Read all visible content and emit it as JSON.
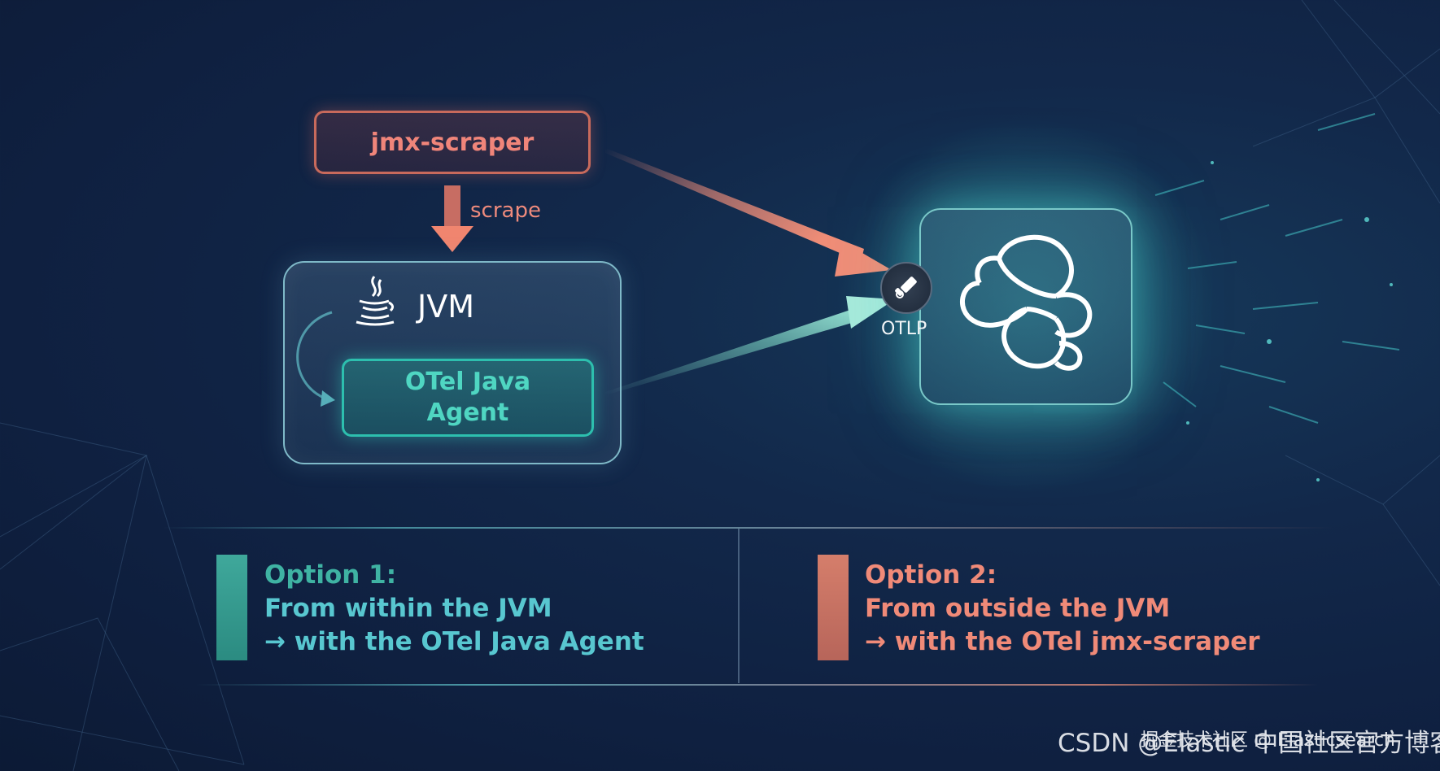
{
  "nodes": {
    "jmx_scraper": "jmx-scraper",
    "scrape": "scrape",
    "jvm": "JVM",
    "otel_agent_line1": "OTel Java",
    "otel_agent_line2": "Agent",
    "otlp": "OTLP"
  },
  "options": {
    "option1": {
      "title": "Option 1:",
      "line1": "From within the JVM",
      "line2": "→ with the OTel Java Agent"
    },
    "option2": {
      "title": "Option 2:",
      "line1": "From outside the JVM",
      "line2": "→ with the OTel jmx-scraper"
    }
  },
  "watermark": {
    "line1": "CSDN @Elastic 中国社区官方博客",
    "line2": "掘金技术社区 @ Elasticsearch"
  },
  "icons": {
    "java": "java-cup-icon",
    "otel": "opentelemetry-telescope-icon",
    "elastic": "elastic-logo-icon"
  },
  "colors": {
    "teal": "#2dbfae",
    "salmon": "#f0857a",
    "background": "#0f2040"
  }
}
